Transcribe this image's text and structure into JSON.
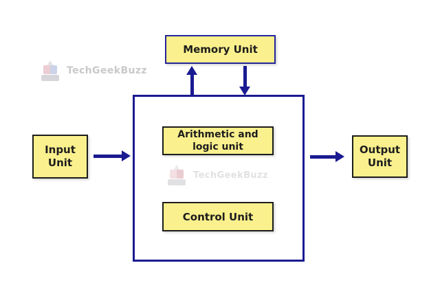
{
  "page": {
    "background": "#FFFFFF"
  },
  "brand": {
    "watermark_text": "TechGeekBuzz"
  },
  "colors": {
    "box_fill": "#FAF08D",
    "accent_navy": "#1A1A91",
    "small_box_border": "#1C1C1C",
    "memory_box_border": "#24249B",
    "watermark_gray": "#C9C9C9",
    "text_dark": "#1D1D1D"
  },
  "diagram": {
    "type": "block-diagram",
    "nodes": {
      "memory": {
        "label": "Memory Unit"
      },
      "input": {
        "label": "Input Unit"
      },
      "output": {
        "label": "Output Unit"
      },
      "alu": {
        "label": "Arithmetic and logic unit"
      },
      "control": {
        "label": "Control Unit"
      }
    },
    "connections": [
      {
        "from": "cpu",
        "to": "memory",
        "direction": "up"
      },
      {
        "from": "memory",
        "to": "cpu",
        "direction": "down"
      },
      {
        "from": "input",
        "to": "cpu",
        "direction": "right"
      },
      {
        "from": "cpu",
        "to": "output",
        "direction": "right"
      }
    ]
  },
  "icons": {
    "arrow_up": "↑",
    "arrow_down": "↓",
    "arrow_right": "→"
  }
}
